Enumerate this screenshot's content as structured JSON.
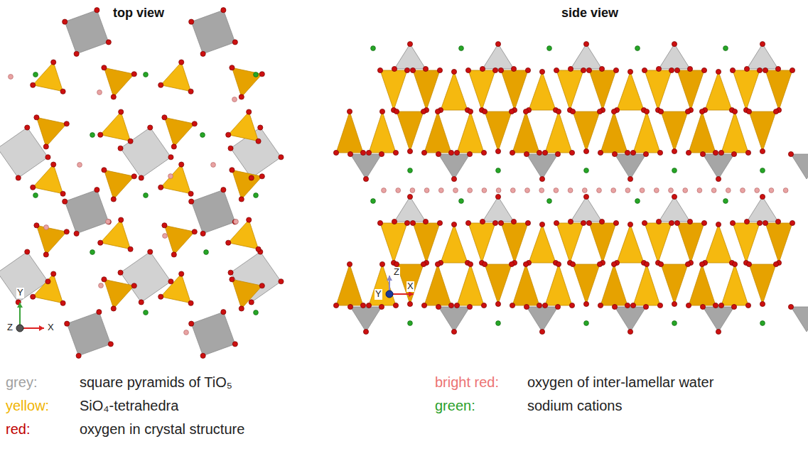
{
  "diagram": {
    "labels": [
      "top view",
      "side view",
      "Y",
      "Z",
      "X",
      "Z",
      "Y",
      "X",
      "grey:",
      "yellow:",
      "red:",
      "bright red:",
      "green:"
    ],
    "legend": [
      {
        "text": "square pyramids of TiO₅",
        "color": "#a0a0a0"
      },
      {
        "text": "SiO₄-tetrahedra",
        "color": "#f0b400"
      },
      {
        "text": "oxygen in crystal structure",
        "color": "#c00000"
      },
      {
        "text": "oxygen of inter-lamellar water",
        "color": "#ec7373"
      },
      {
        "text": "sodium cations",
        "color": "#2aa02a"
      }
    ]
  }
}
